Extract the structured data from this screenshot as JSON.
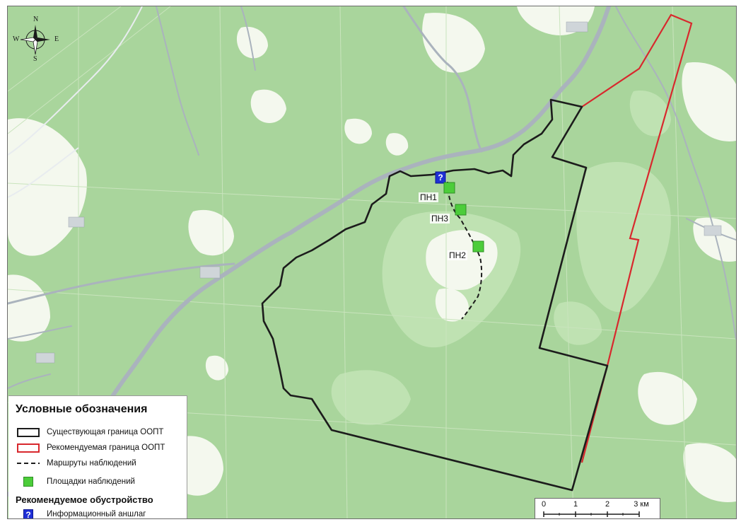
{
  "map": {
    "compass": {
      "north": "N",
      "south": "S",
      "west": "W",
      "east": "E"
    },
    "sites": [
      {
        "label": "ПН1"
      },
      {
        "label": "ПН3"
      },
      {
        "label": "ПН2"
      }
    ],
    "info_sign_glyph": "?",
    "colors": {
      "forest": "#a9d59c",
      "open_land": "#f4f8ee",
      "river": "#aab3bd",
      "existing_boundary": "#1c1c1c",
      "recommended_boundary": "#d8282d",
      "observation_site": "#4ccd3a",
      "info_sign": "#1f2fd6"
    }
  },
  "legend": {
    "title": "Условные обозначения",
    "items": [
      {
        "label": "Существующая граница ООПТ"
      },
      {
        "label": "Рекомендуемая граница ООПТ"
      },
      {
        "label": "Маршруты наблюдений"
      },
      {
        "label": "Площадки наблюдений"
      }
    ],
    "subtitle": "Рекомендуемое обустройство",
    "sub_items": [
      {
        "label": "Информационный аншлаг",
        "glyph": "?"
      }
    ]
  },
  "scale": {
    "ticks": [
      "0",
      "1",
      "2",
      "3 км"
    ]
  }
}
